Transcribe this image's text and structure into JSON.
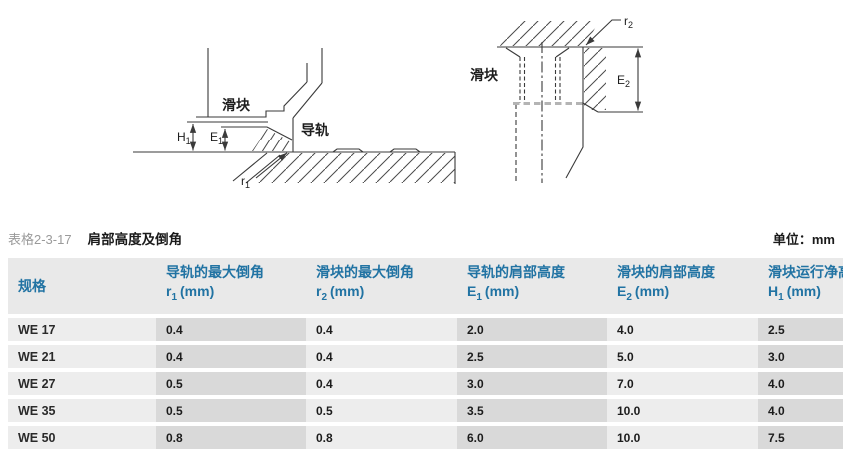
{
  "diagrams": {
    "left": {
      "block_label": "滑块",
      "rail_label": "导轨",
      "dim_h1": "H",
      "dim_h1_sub": "1",
      "dim_e1": "E",
      "dim_e1_sub": "1",
      "dim_r1": "r",
      "dim_r1_sub": "1"
    },
    "right": {
      "block_label": "滑块",
      "dim_r2": "r",
      "dim_r2_sub": "2",
      "dim_e2": "E",
      "dim_e2_sub": "2"
    }
  },
  "table": {
    "ref": "表格2-3-17",
    "title": "肩部高度及倒角",
    "unit": "单位：mm",
    "columns": [
      {
        "name": "规格",
        "symbol": "",
        "sub": "",
        "unit": ""
      },
      {
        "name": "导轨的最大倒角",
        "symbol": "r",
        "sub": "1",
        "unit": "(mm)"
      },
      {
        "name": "滑块的最大倒角",
        "symbol": "r",
        "sub": "2",
        "unit": "(mm)"
      },
      {
        "name": "导轨的肩部高度",
        "symbol": "E",
        "sub": "1",
        "unit": "(mm)"
      },
      {
        "name": "滑块的肩部高度",
        "symbol": "E",
        "sub": "2",
        "unit": "(mm)"
      },
      {
        "name": "滑块运行净高",
        "symbol": "H",
        "sub": "1",
        "unit": "(mm)"
      }
    ],
    "rows": [
      {
        "spec": "WE 17",
        "values": [
          "0.4",
          "0.4",
          "2.0",
          "4.0",
          "2.5"
        ]
      },
      {
        "spec": "WE 21",
        "values": [
          "0.4",
          "0.4",
          "2.5",
          "5.0",
          "3.0"
        ]
      },
      {
        "spec": "WE 27",
        "values": [
          "0.5",
          "0.4",
          "3.0",
          "7.0",
          "4.0"
        ]
      },
      {
        "spec": "WE 35",
        "values": [
          "0.5",
          "0.5",
          "3.5",
          "10.0",
          "4.0"
        ]
      },
      {
        "spec": "WE 50",
        "values": [
          "0.8",
          "0.8",
          "6.0",
          "10.0",
          "7.5"
        ]
      }
    ]
  },
  "colors": {
    "accent_blue": "#2173a3",
    "header_bg": "#e9e9e9",
    "column_light": "#ededed",
    "column_dark": "#d9d9d9",
    "ref_gray": "#9a9a9a",
    "line": "#3a3a3a"
  }
}
